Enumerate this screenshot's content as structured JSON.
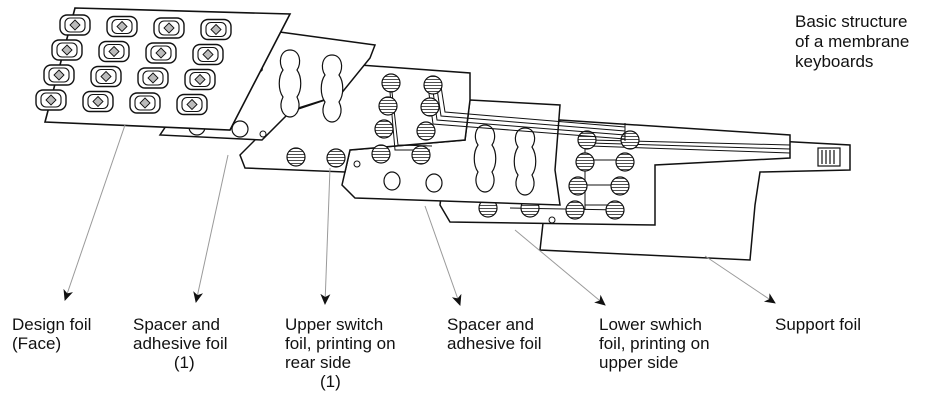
{
  "title": {
    "line1": "Basic structure",
    "line2": "of a membrane",
    "line3": "keyboards"
  },
  "labels": {
    "design_foil": {
      "line1": "Design foil",
      "line2": "(Face)"
    },
    "spacer_1": {
      "line1": "Spacer and",
      "line2": "adhesive foil",
      "line3": "(1)"
    },
    "upper_switch": {
      "line1": "Upper switch",
      "line2": "foil, printing on",
      "line3": "rear side",
      "line4": "(1)"
    },
    "spacer_2": {
      "line1": "Spacer and",
      "line2": "adhesive foil"
    },
    "lower_switch": {
      "line1": "Lower swhich",
      "line2": "foil, printing on",
      "line3": "upper side"
    },
    "support": {
      "line1": "Support foil"
    }
  },
  "colors": {
    "stroke": "#111111",
    "leader": "#8a8a8a",
    "fill": "#ffffff"
  }
}
